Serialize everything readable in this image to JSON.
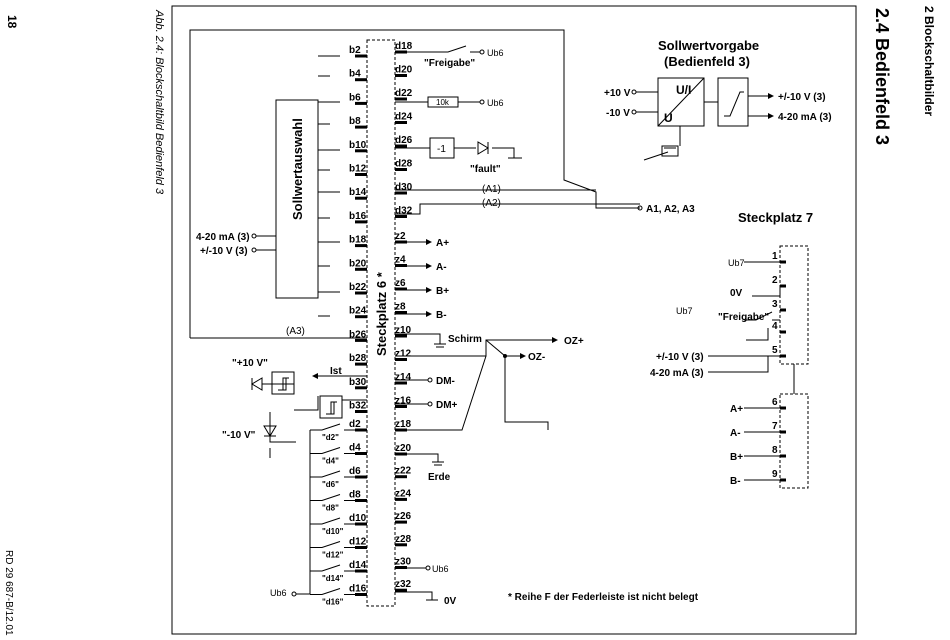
{
  "page": {
    "number": "18",
    "caption": "Abb. 2.4: Blockschaltbild Bedienfeld 3",
    "chapter": "2  Blockschaltbilder",
    "section": "2.4   Bedienfeld 3",
    "doc_id": "RD 29 687-B/12.01"
  },
  "diagram": {
    "sollwertauswahl": "Sollwertauswahl",
    "steckplatz6": "Steckplatz 6 *",
    "sollwertvorgabe": "Sollwertvorgabe",
    "bedienfeld3": "(Bedienfeld 3)",
    "steckplatz7": "Steckplatz 7",
    "footnote": "* Reihe F der Federleiste ist nicht belegt",
    "pins_b": [
      "b2",
      "b4",
      "b6",
      "b8",
      "b10",
      "b12",
      "b14",
      "b16",
      "b18",
      "b20",
      "b22",
      "b24",
      "b26",
      "b28",
      "b30",
      "b32"
    ],
    "pins_d_top": [
      "d18",
      "d20",
      "d22",
      "d24",
      "d26",
      "d28",
      "d30",
      "d32"
    ],
    "pins_z_top": [
      "z2",
      "z4",
      "z6",
      "z8",
      "z10",
      "z12",
      "z14",
      "z16",
      "z18"
    ],
    "pins_d_bot": [
      "d2",
      "d4",
      "d6",
      "d8",
      "d10",
      "d12",
      "d14",
      "d16"
    ],
    "pins_z_bot": [
      "z20",
      "z22",
      "z24",
      "z26",
      "z28",
      "z30",
      "z32"
    ],
    "switch_labels": [
      "\"d2\"",
      "\"d4\"",
      "\"d6\"",
      "\"d8\"",
      "\"d10\"",
      "\"d12\"",
      "\"d14\"",
      "\"d16\""
    ],
    "freigabe": "\"Freigabe\"",
    "ub6": "Ub6",
    "ub7": "Ub7",
    "r10k": "10k",
    "inv": "-1",
    "fault": "\"fault\"",
    "a1": "(A1)",
    "a2": "(A2)",
    "a3": "(A3)",
    "a123": "A1, A2, A3",
    "aplus": "A+",
    "aminus": "A-",
    "bplus": "B+",
    "bminus": "B-",
    "schirm": "Schirm",
    "ozplus": "OZ+",
    "ozminus": "OZ-",
    "dmminus": "DM-",
    "dmplus": "DM+",
    "erde": "Erde",
    "zero_v": "0V",
    "ist": "Ist",
    "plus10": "\"+10 V\"",
    "minus10": "\"-10 V\"",
    "in_ma": "4-20 mA (3)",
    "in_v": "+/-10 V (3)",
    "sv_plus10": "+10 V",
    "sv_minus10": "-10 V",
    "ui": "U/I",
    "u": "U",
    "out_v": "+/-10 V (3)",
    "out_ma": "4-20 mA (3)",
    "sp7_pins": [
      "1",
      "2",
      "3",
      "4",
      "5",
      "6",
      "7",
      "8",
      "9"
    ],
    "sp7_0v": "0V",
    "sp7_in_v": "+/-10 V (3)",
    "sp7_in_ma": "4-20 mA (3)",
    "sp7_ap": "A+",
    "sp7_am": "A-",
    "sp7_bp": "B+",
    "sp7_bm": "B-"
  }
}
